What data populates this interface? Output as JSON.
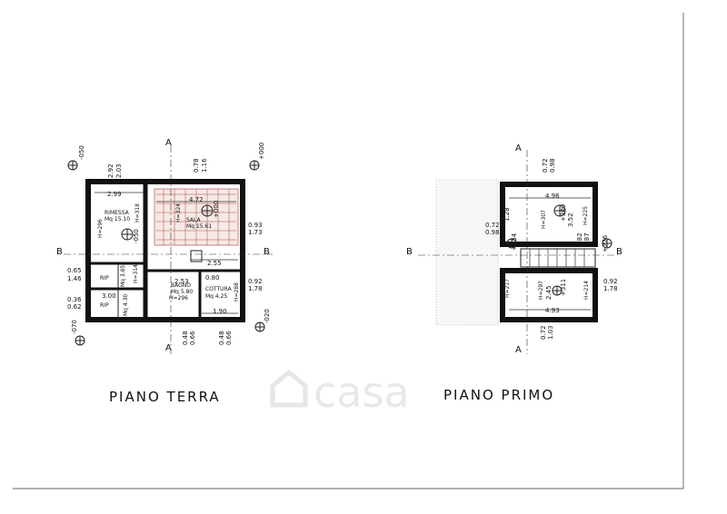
{
  "floor_plans": [
    {
      "title": "PIANO TERRA",
      "rooms": [
        {
          "name": "RIMESSA",
          "area": "Mq 15.10"
        },
        {
          "name": "SALA",
          "area": "Mq 15.61"
        },
        {
          "name": "RIP",
          "area": "Mq 3.85"
        },
        {
          "name": "RIP",
          "area": "Mq 4.30"
        },
        {
          "name": "BAGNO",
          "area": "Mq 5.80"
        },
        {
          "name": "COTTURA",
          "area": "Mq 4.25"
        }
      ],
      "heights": [
        "H=296",
        "H=318",
        "H=324",
        "H=314",
        "H=296",
        "H=288"
      ],
      "dimensions": [
        "2.99",
        "4.72",
        "2.55",
        "1.90",
        "2.53",
        "3.00",
        "0.80",
        "2.92",
        "2.03",
        "0.78",
        "1.16",
        "0.93",
        "1.73",
        "0.92",
        "1.78",
        "0.65",
        "1.46",
        "0.36",
        "0.62",
        "0.48",
        "0.66",
        "0.48",
        "0.66"
      ],
      "levels": [
        "-050",
        "+000",
        "-050",
        "-070",
        "+000",
        "-020"
      ],
      "section_marks": [
        "A",
        "A",
        "B",
        "B"
      ]
    },
    {
      "title": "PIANO PRIMO",
      "rooms": [],
      "heights": [
        "H=307",
        "H=225",
        "H=297",
        "H=214",
        "H=217"
      ],
      "dimensions": [
        "4.96",
        "3.52",
        "4.93",
        "2.45",
        "0.72",
        "0.98",
        "0.82",
        "1.87",
        "0.72",
        "0.98",
        "0.92",
        "1.78",
        "0.72",
        "1.03",
        "1.28"
      ],
      "levels": [
        "+300",
        "+276",
        "+254",
        "+311"
      ],
      "section_marks": [
        "A",
        "A",
        "B",
        "B"
      ]
    }
  ],
  "watermark": "casa"
}
